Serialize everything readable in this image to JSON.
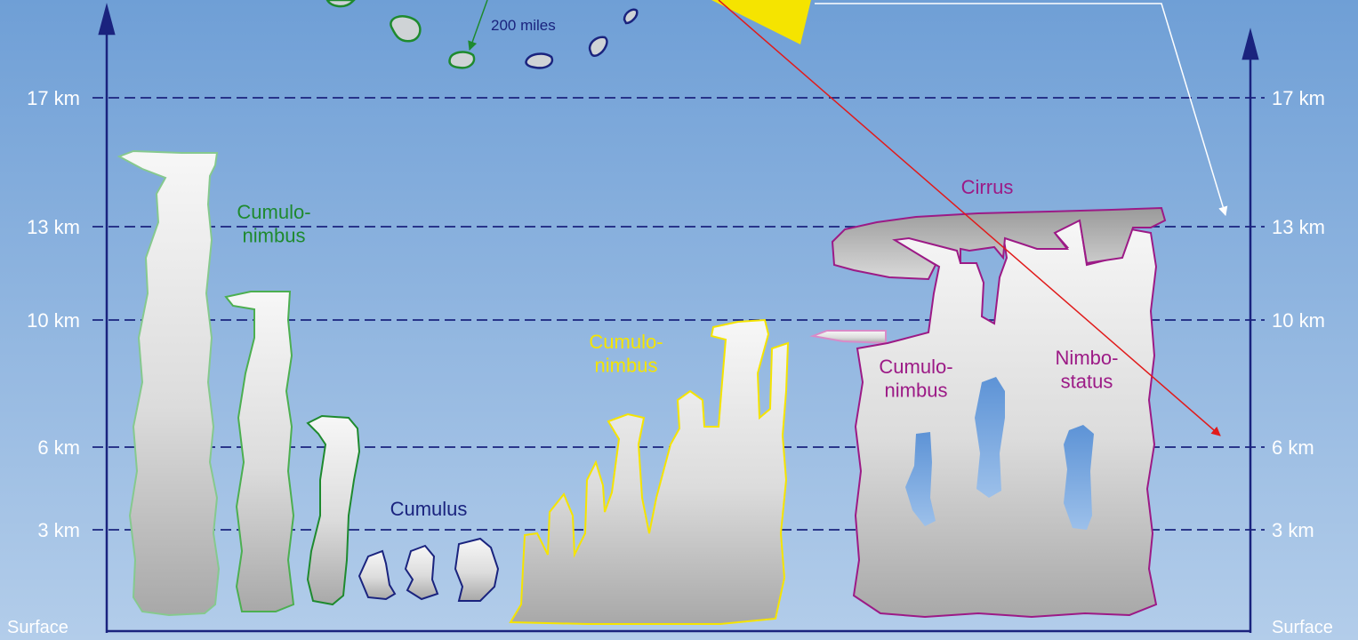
{
  "altitudes": [
    {
      "label": "17 km",
      "km": 17
    },
    {
      "label": "13 km",
      "km": 13
    },
    {
      "label": "10 km",
      "km": 10
    },
    {
      "label": "6 km",
      "km": 6
    },
    {
      "label": "3 km",
      "km": 3
    }
  ],
  "surface_label": "Surface",
  "scale_label": "200 miles",
  "clouds": {
    "cumulonimbus_green": "Cumulo-\nnimbus",
    "cumulus": "Cumulus",
    "cumulonimbus_yellow": "Cumulo-\nnimbus",
    "cirrus": "Cirrus",
    "cumulonimbus_magenta": "Cumulo-\nnimbus",
    "nimbostratus": "Nimbo-\nstatus"
  },
  "colors": {
    "sky_top": "#6f9fd6",
    "sky_bottom": "#b3cdea",
    "axis": "#1a237e",
    "label_text": "#ffffff",
    "green": "#1e8a2e",
    "pale_green": "#86c98e",
    "navy": "#1a237e",
    "yellow": "#f5e400",
    "magenta": "#9c1a86",
    "pink": "#d98ac8",
    "red": "#e11b1b",
    "white_line": "#ffffff"
  }
}
